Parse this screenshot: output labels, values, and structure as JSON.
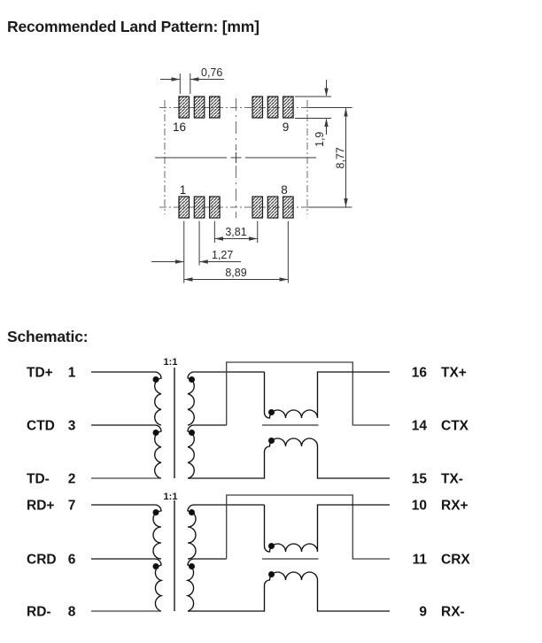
{
  "titles": {
    "land_pattern": "Recommended Land Pattern: [mm]",
    "schematic": "Schematic:"
  },
  "land_pattern": {
    "pad_numbers": {
      "top_left": "16",
      "top_right": "9",
      "bottom_left": "1",
      "bottom_right": "8"
    },
    "dimensions": {
      "pad_width": "0,76",
      "pad_height": "1,9",
      "row_span": "8,77",
      "group_gap": "3,81",
      "pitch": "1,27",
      "overall_span": "8,89"
    }
  },
  "schematic": {
    "channels": [
      {
        "ratio": "1:1",
        "left_pins": [
          {
            "name": "TD+",
            "number": "1"
          },
          {
            "name": "CTD",
            "number": "3"
          },
          {
            "name": "TD-",
            "number": "2"
          }
        ],
        "right_pins": [
          {
            "number": "16",
            "name": "TX+"
          },
          {
            "number": "14",
            "name": "CTX"
          },
          {
            "number": "15",
            "name": "TX-"
          }
        ]
      },
      {
        "ratio": "1:1",
        "left_pins": [
          {
            "name": "RD+",
            "number": "7"
          },
          {
            "name": "CRD",
            "number": "6"
          },
          {
            "name": "RD-",
            "number": "8"
          }
        ],
        "right_pins": [
          {
            "number": "10",
            "name": "RX+"
          },
          {
            "number": "11",
            "name": "CRX"
          },
          {
            "number": "9",
            "name": "RX-"
          }
        ]
      }
    ]
  }
}
